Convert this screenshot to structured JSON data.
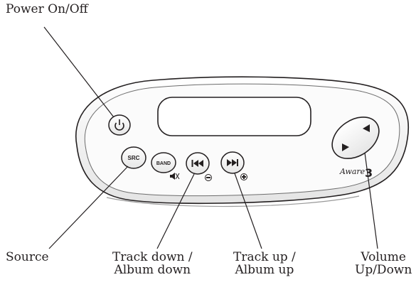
{
  "callouts": {
    "power": "Power On/Off",
    "source": "Source",
    "track_down": [
      "Track down /",
      "Album down"
    ],
    "track_up": [
      "Track up /",
      "Album up"
    ],
    "volume": [
      "Volume",
      "Up/Down"
    ]
  },
  "panel": {
    "src_button": "SRC",
    "band_button": "BAND",
    "brand": "Aware",
    "brand_number": "3"
  },
  "icons": {
    "power": "power-icon",
    "prev": "skip-back-icon",
    "next": "skip-forward-icon",
    "mute": "mute-icon",
    "volume_up": "triangle-up-icon",
    "volume_down": "triangle-down-icon"
  },
  "colors": {
    "line": "#231f20",
    "panel_fill": "#f2f2f2",
    "panel_inner": "#fbfbfb",
    "button_fill": "#f7f7f7"
  }
}
